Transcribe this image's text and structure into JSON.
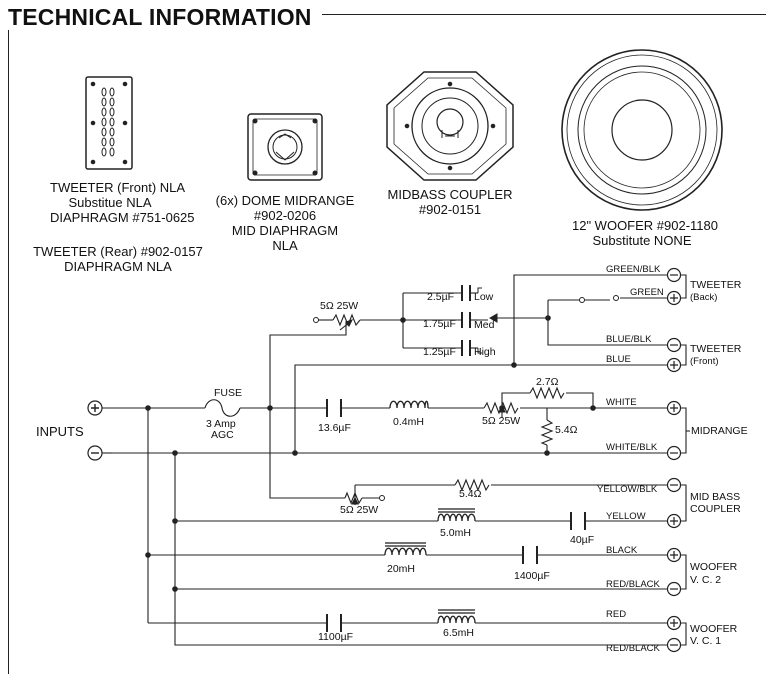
{
  "title": "TECHNICAL INFORMATION",
  "parts": {
    "tweeter_front": [
      "TWEETER (Front) NLA",
      "Substitue NLA",
      "DIAPHRAGM #751-0625"
    ],
    "tweeter_rear": [
      "TWEETER (Rear) #902-0157",
      "DIAPHRAGM NLA"
    ],
    "dome_midrange": [
      "(6x) DOME MIDRANGE",
      "#902-0206",
      "MID DIAPHRAGM",
      "NLA"
    ],
    "midbass_coupler": [
      "MIDBASS COUPLER",
      "#902-0151"
    ],
    "woofer": [
      "12\" WOOFER #902-1180",
      "Substitute NONE"
    ]
  },
  "schematic": {
    "inputs": "INPUTS",
    "fuse": "FUSE",
    "fuse_rating": [
      "3 Amp",
      "AGC"
    ],
    "caps": {
      "c1": "2.5µF",
      "c2": "1.75µF",
      "c3": "1.25µF",
      "c4": "13.6µF",
      "c5": "40µF",
      "c6": "1400µF",
      "c7": "1100µF"
    },
    "switch": {
      "low": "Low",
      "med": "Med",
      "high": "High"
    },
    "inductors": {
      "l1": "0.4mH",
      "l2": "5.0mH",
      "l3": "20mH",
      "l4": "6.5mH"
    },
    "resistors": {
      "r1": "5Ω 25W",
      "r2": "2.7Ω",
      "r3": "5Ω 25W",
      "r4": "5.4Ω",
      "r5": "5.4Ω",
      "r6": "5Ω 25W"
    },
    "wires": {
      "green_blk": "GREEN/BLK",
      "green": "GREEN",
      "blue_blk": "BLUE/BLK",
      "blue": "BLUE",
      "white": "WHITE",
      "white_blk": "WHITE/BLK",
      "yellow_blk": "YELLOW/BLK",
      "yellow": "YELLOW",
      "black": "BLACK",
      "red_black_1": "RED/BLACK",
      "red": "RED",
      "red_black_2": "RED/BLACK"
    },
    "outputs": {
      "tweeter_back": [
        "TWEETER",
        "(Back)"
      ],
      "tweeter_front": [
        "TWEETER",
        "(Front)"
      ],
      "midrange": "MIDRANGE",
      "midbass": [
        "MID BASS",
        "COUPLER"
      ],
      "woofer_vc2": [
        "WOOFER",
        "V. C. 2"
      ],
      "woofer_vc1": [
        "WOOFER",
        "V. C. 1"
      ]
    }
  }
}
